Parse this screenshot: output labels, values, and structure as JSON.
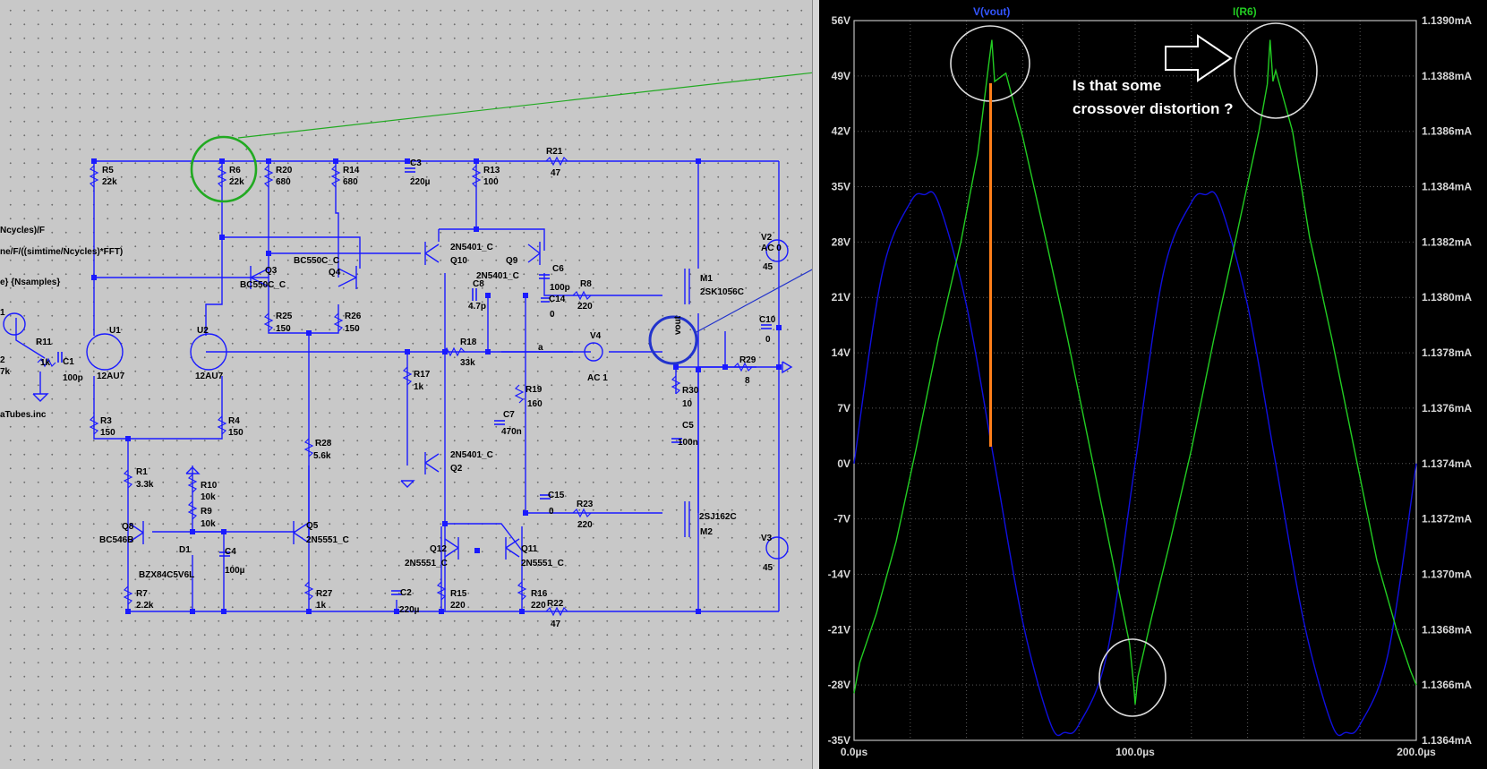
{
  "colors": {
    "wire": "#1a1aff",
    "vout_trace": "#1010e0",
    "current_trace": "#22cc22",
    "highlight_green": "#22aa22",
    "highlight_blue": "#2222cc",
    "orange_marker": "#ff7f1a",
    "plot_bg": "#000000",
    "grid": "#606060"
  },
  "schematic": {
    "directive_1": "Ncycles)/F",
    "directive_2": "ne/F/((simtime/Ncycles)*FFT)",
    "directive_3": "e} {Nsamples}",
    "include": "aTubes.inc",
    "net_a": "a",
    "components": {
      "R5": [
        "R5",
        "22k"
      ],
      "R6": [
        "R6",
        "22k"
      ],
      "R20": [
        "R20",
        "680"
      ],
      "R14": [
        "R14",
        "680"
      ],
      "C3": [
        "C3",
        "220µ"
      ],
      "R13": [
        "R13",
        "100"
      ],
      "R21": [
        "R21",
        "47"
      ],
      "Q3": [
        "Q3",
        "BC550C_C"
      ],
      "Q4": [
        "Q4",
        "BC550C_C"
      ],
      "Q10": [
        "Q10",
        "2N5401_C"
      ],
      "Q9": [
        "Q9",
        "2N5401_C"
      ],
      "C6": [
        "C6",
        "100p"
      ],
      "C8": [
        "C8",
        "4.7p"
      ],
      "C14": [
        "C14",
        "0"
      ],
      "R8": [
        "R8",
        "220"
      ],
      "M1": [
        "M1",
        "2SK1056C"
      ],
      "V2": [
        "V2",
        "AC 0",
        "45"
      ],
      "R25": [
        "R25",
        "150"
      ],
      "R26": [
        "R26",
        "150"
      ],
      "U1": [
        "U1",
        "12AU7"
      ],
      "U2": [
        "U2",
        "12AU7"
      ],
      "R11": [
        "R11",
        "1k"
      ],
      "C1": [
        "C1",
        "100p"
      ],
      "R18": [
        "R18",
        "33k"
      ],
      "V4": [
        "V4",
        "AC 1"
      ],
      "vout": "vout",
      "C10": [
        "C10",
        "0"
      ],
      "R29": [
        "R29",
        "8"
      ],
      "R17": [
        "R17",
        "1k"
      ],
      "R30": [
        "R30",
        "10"
      ],
      "C5": [
        "C5",
        "100n"
      ],
      "R3": [
        "R3",
        "150"
      ],
      "R4": [
        "R4",
        "150"
      ],
      "R19": [
        "R19",
        "160"
      ],
      "C7": [
        "C7",
        "470n"
      ],
      "R28": [
        "R28",
        "5.6k"
      ],
      "Q2": [
        "Q2",
        "2N5401_C"
      ],
      "R1": [
        "R1",
        "3.3k"
      ],
      "R10": [
        "R10",
        "10k"
      ],
      "R9": [
        "R9",
        "10k"
      ],
      "C15": [
        "C15",
        "0"
      ],
      "R23": [
        "R23",
        "220"
      ],
      "M2": [
        "M2",
        "2SJ162C"
      ],
      "Q8": [
        "Q8",
        "BC546B"
      ],
      "D1": [
        "D1",
        "BZX84C5V6L"
      ],
      "C4": [
        "C4",
        "100µ"
      ],
      "Q5": [
        "Q5",
        "2N5551_C"
      ],
      "Q12": [
        "Q12",
        "2N5551_C"
      ],
      "Q11": [
        "Q11",
        "2N5551_C"
      ],
      "V3": [
        "V3",
        "45"
      ],
      "R7": [
        "R7",
        "2.2k"
      ],
      "R27": [
        "R27",
        "1k"
      ],
      "C2": [
        "C2",
        "220µ"
      ],
      "R15": [
        "R15",
        "220"
      ],
      "R16": [
        "R16",
        "220"
      ],
      "R22": [
        "R22",
        "47"
      ],
      "partial_1": "1",
      "partial_2": "2",
      "partial_3": "7k"
    }
  },
  "plot": {
    "trace_v": "V(vout)",
    "trace_i": "I(R6)",
    "annotation_line1": "Is that some",
    "annotation_line2": "crossover distortion ?",
    "y_left_ticks": [
      "56V",
      "49V",
      "42V",
      "35V",
      "28V",
      "21V",
      "14V",
      "7V",
      "0V",
      "-7V",
      "-14V",
      "-21V",
      "-28V",
      "-35V"
    ],
    "y_right_ticks": [
      "1.1390mA",
      "1.1388mA",
      "1.1386mA",
      "1.1384mA",
      "1.1382mA",
      "1.1380mA",
      "1.1378mA",
      "1.1376mA",
      "1.1374mA",
      "1.1372mA",
      "1.1370mA",
      "1.1368mA",
      "1.1366mA",
      "1.1364mA"
    ],
    "x_ticks": [
      "0.0µs",
      "100.0µs",
      "200.0µs"
    ]
  },
  "chart_data": {
    "type": "line",
    "xlabel": "",
    "ylabel": "",
    "xlim": [
      0,
      200
    ],
    "ylim": [
      -35,
      56
    ],
    "ylim_right": [
      1.1364,
      1.139
    ],
    "grid": true,
    "series": [
      {
        "name": "V(vout)",
        "axis": "left",
        "x": [
          0,
          10,
          20,
          25,
          30,
          40,
          50,
          60,
          70,
          75,
          80,
          90,
          100,
          110,
          120,
          125,
          130,
          140,
          150,
          160,
          170,
          175,
          180,
          190,
          200
        ],
        "y": [
          0,
          24,
          33,
          34,
          33,
          20,
          0,
          -20,
          -33,
          -34,
          -33,
          -24,
          0,
          24,
          33,
          34,
          33,
          20,
          0,
          -20,
          -33,
          -34,
          -33,
          -24,
          0
        ]
      },
      {
        "name": "I(R6)",
        "axis": "right",
        "x": [
          0,
          2,
          8,
          15,
          22,
          30,
          38,
          44,
          48,
          49,
          50,
          54,
          60,
          68,
          76,
          84,
          92,
          98,
          99.5,
          100,
          101,
          106,
          112,
          120,
          128,
          136,
          144,
          147,
          148,
          149,
          150,
          156,
          162,
          170,
          178,
          186,
          193,
          198,
          200
        ],
        "y": [
          1.13657,
          1.13668,
          1.13686,
          1.13712,
          1.13745,
          1.13785,
          1.1382,
          1.13852,
          1.13885,
          1.13893,
          1.13878,
          1.13881,
          1.13858,
          1.13822,
          1.13785,
          1.13745,
          1.13705,
          1.13675,
          1.1366,
          1.13653,
          1.13663,
          1.13685,
          1.1371,
          1.13745,
          1.13785,
          1.13822,
          1.1386,
          1.13877,
          1.13893,
          1.13878,
          1.13882,
          1.1386,
          1.13822,
          1.13785,
          1.13745,
          1.13705,
          1.1368,
          1.13665,
          1.1366
        ]
      }
    ]
  }
}
